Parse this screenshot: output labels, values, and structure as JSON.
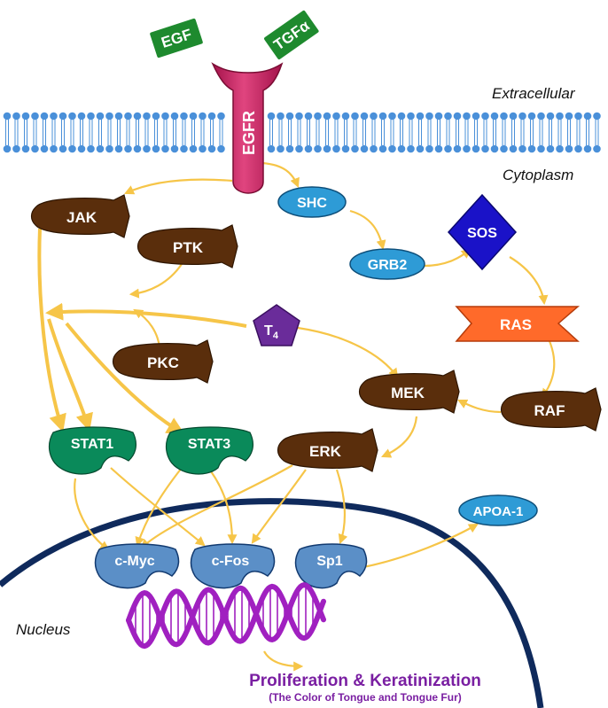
{
  "regions": {
    "extracellular": "Extracellular",
    "cytoplasm": "Cytoplasm",
    "nucleus": "Nucleus"
  },
  "ligands": {
    "egf": "EGF",
    "tgfa": "TGFα"
  },
  "receptor": "EGFR",
  "nodes": {
    "shc": "SHC",
    "grb2": "GRB2",
    "sos": "SOS",
    "ras": "RAS",
    "raf": "RAF",
    "mek": "MEK",
    "erk": "ERK",
    "jak": "JAK",
    "ptk": "PTK",
    "pkc": "PKC",
    "t4_base": "T",
    "t4_sub": "4",
    "stat1": "STAT1",
    "stat3": "STAT3",
    "cmyc": "c-Myc",
    "cfos": "c-Fos",
    "sp1": "Sp1",
    "apoa1": "APOA-1"
  },
  "outcome": {
    "title": "Proliferation & Keratinization",
    "subtitle": "(The Color of Tongue and Tongue Fur)"
  },
  "colors": {
    "kinase_brown": "#5a2e0c",
    "blue_oval": "#2e9bd6",
    "nuclear_blue": "#5b8fc7",
    "stat_green": "#0a8a5a",
    "ligand_green": "#1e8a2e",
    "egfr_pink": "#c2185b",
    "sos_blue": "#1a12c8",
    "ras_orange": "#ff6a2a",
    "t4_purple": "#6a2c9a",
    "arrow_yellow": "#f6c548",
    "nucleus_navy": "#0f2a5c",
    "membrane_blue": "#4a90d9",
    "dna_purple": "#a020c0",
    "outcome_purple": "#7a1fa2"
  }
}
